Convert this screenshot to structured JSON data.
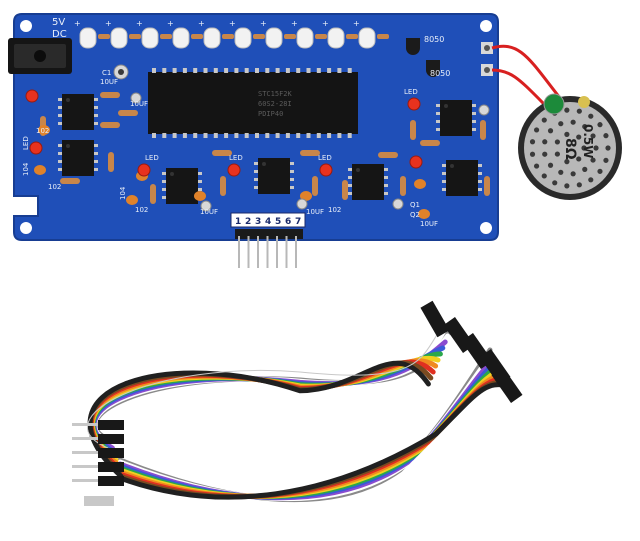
{
  "board": {
    "power_label_1": "5V",
    "power_label_2": "DC",
    "transistor_label_1": "8050",
    "transistor_label_2": "8050",
    "cap_label_c1": "C1",
    "cap_10uf": "10UF",
    "res_102": "102",
    "res_104": "104",
    "led_label": "LED",
    "q1_label": "Q1",
    "q2_label": "Q2",
    "pin_labels": [
      "1",
      "2",
      "3",
      "4",
      "5",
      "6",
      "7"
    ]
  },
  "speaker": {
    "impedance": "8Ω",
    "power": "0.5W"
  },
  "colors": {
    "pcb": "#1f4fb8",
    "pcb_dark": "#173d92",
    "chip": "#1a1a1a",
    "led_red": "#e8321e",
    "resistor": "#c8864a",
    "wire_colors": [
      "#8a8a8a",
      "#ffffff",
      "#8a4bd0",
      "#3a5ad8",
      "#2aa84a",
      "#f0d020",
      "#f08a20",
      "#e03020",
      "#7a4a20",
      "#202020"
    ]
  }
}
